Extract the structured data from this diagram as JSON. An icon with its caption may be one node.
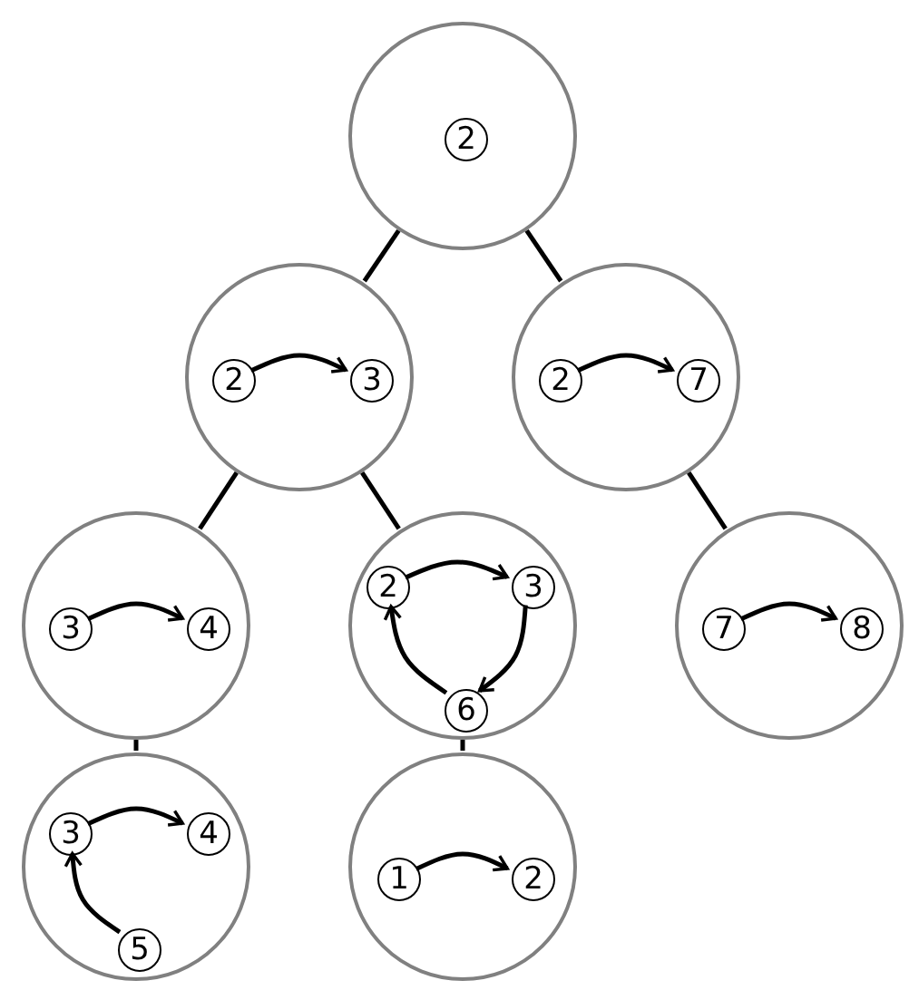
{
  "diagram": {
    "nodes": [
      {
        "text": [],
        "shape": "circle"
      },
      {
        "text": [
          "2"
        ],
        "in": 0
      },
      {
        "text": [],
        "shape": "circle"
      },
      {
        "text": [
          "2"
        ],
        "in": 2
      },
      {
        "text": [
          "3"
        ],
        "in": 2
      },
      {
        "text": [],
        "shape": "circle"
      },
      {
        "text": [
          "2"
        ],
        "in": 5
      },
      {
        "text": [
          "7"
        ],
        "in": 5
      },
      {
        "text": [],
        "shape": "circle"
      },
      {
        "text": [
          "3"
        ],
        "in": 8
      },
      {
        "text": [
          "4"
        ],
        "in": 8
      },
      {
        "text": [],
        "shape": "circle"
      },
      {
        "text": [
          "2"
        ],
        "in": 11
      },
      {
        "text": [
          "3"
        ],
        "in": 11
      },
      {
        "text": [
          "6"
        ],
        "in": 11
      },
      {
        "text": [],
        "shape": "circle"
      },
      {
        "text": [
          "7"
        ],
        "in": 15
      },
      {
        "text": [
          "8"
        ],
        "in": 15
      },
      {
        "text": [],
        "shape": "circle"
      },
      {
        "text": [
          "3"
        ],
        "in": 18
      },
      {
        "text": [
          "4"
        ],
        "in": 18
      },
      {
        "text": [
          "5"
        ],
        "in": 18
      },
      {
        "text": [],
        "shape": "circle"
      },
      {
        "text": [
          "1"
        ],
        "in": 22
      },
      {
        "text": [
          "2"
        ],
        "in": 22
      }
    ],
    "edges": [
      {
        "from": 0,
        "to": 2,
        "arrow": "none"
      },
      {
        "from": 0,
        "to": 5,
        "arrow": "none"
      },
      {
        "from": 2,
        "to": 8,
        "arrow": "none"
      },
      {
        "from": 2,
        "to": 11,
        "arrow": "none"
      },
      {
        "from": 5,
        "to": 15,
        "arrow": "none"
      },
      {
        "from": 8,
        "to": 18,
        "arrow": "none"
      },
      {
        "from": 11,
        "to": 22,
        "arrow": "none"
      },
      {
        "from": 3,
        "to": 4,
        "arrow": "to"
      },
      {
        "from": 6,
        "to": 7,
        "arrow": "to"
      },
      {
        "from": 9,
        "to": 10,
        "arrow": "to"
      },
      {
        "from": 12,
        "to": 13,
        "arrow": "to"
      },
      {
        "from": 13,
        "to": 14,
        "arrow": "to"
      },
      {
        "from": 14,
        "to": 12,
        "arrow": "to"
      },
      {
        "from": 16,
        "to": 17,
        "arrow": "to"
      },
      {
        "from": 19,
        "to": 20,
        "arrow": "to"
      },
      {
        "from": 21,
        "to": 19,
        "arrow": "to"
      },
      {
        "from": 23,
        "to": 24,
        "arrow": "to"
      }
    ]
  }
}
